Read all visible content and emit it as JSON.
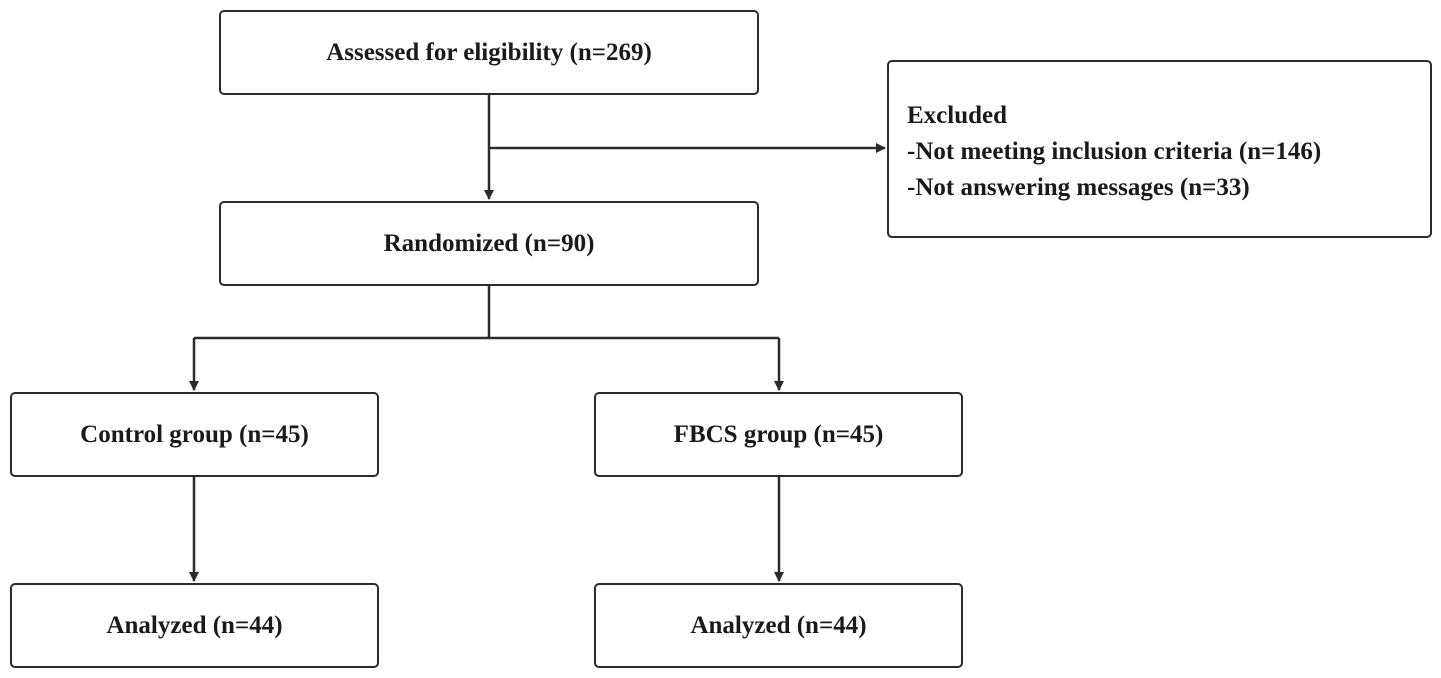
{
  "flowchart": {
    "assessed": "Assessed for eligibility (n=269)",
    "excluded": {
      "heading": "Excluded",
      "items": [
        "-Not meeting inclusion criteria (n=146)",
        "-Not answering messages (n=33)"
      ]
    },
    "randomized": "Randomized (n=90)",
    "control_group": "Control group (n=45)",
    "fbcs_group": "FBCS group (n=45)",
    "analyzed_control": "Analyzed (n=44)",
    "analyzed_fbcs": "Analyzed (n=44)"
  },
  "colors": {
    "line": "#2b2b2b",
    "text": "#1a1a1a",
    "background": "#ffffff"
  }
}
